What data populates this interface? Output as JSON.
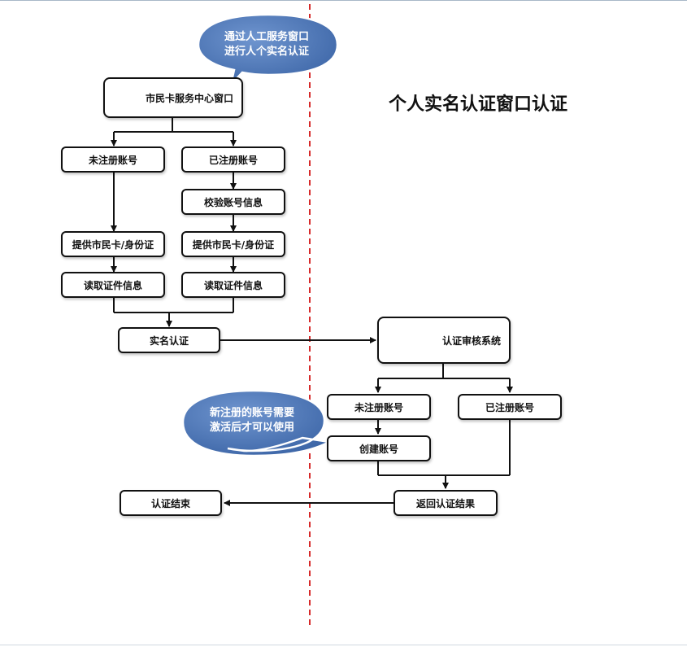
{
  "title": "个人实名认证窗口认证",
  "callouts": {
    "top_line1": "通过人工服务窗口",
    "top_line2": "进行人个实名认证",
    "bottom_line1": "新注册的账号需要",
    "bottom_line2": "激活后才可以使用"
  },
  "nodes": {
    "service_window": "市民卡服务中心窗口",
    "left_unregistered": "未注册账号",
    "left_registered": "已注册账号",
    "verify_account": "校验账号信息",
    "provide_card_left": "提供市民卡/身份证",
    "provide_card_right": "提供市民卡/身份证",
    "read_cert_left": "读取证件信息",
    "read_cert_right": "读取证件信息",
    "real_name_auth": "实名认证",
    "auth_system": "认证审核系统",
    "right_unregistered": "未注册账号",
    "right_registered": "已注册账号",
    "create_account": "创建账号",
    "return_result": "返回认证结果",
    "auth_end": "认证结束"
  },
  "icons": {
    "service_window_icon": "person-avatar-icon",
    "auth_system_icon": "server-globe-icon"
  },
  "colors": {
    "callout_fill": "#4a73b3",
    "divider": "#d62a2a"
  }
}
